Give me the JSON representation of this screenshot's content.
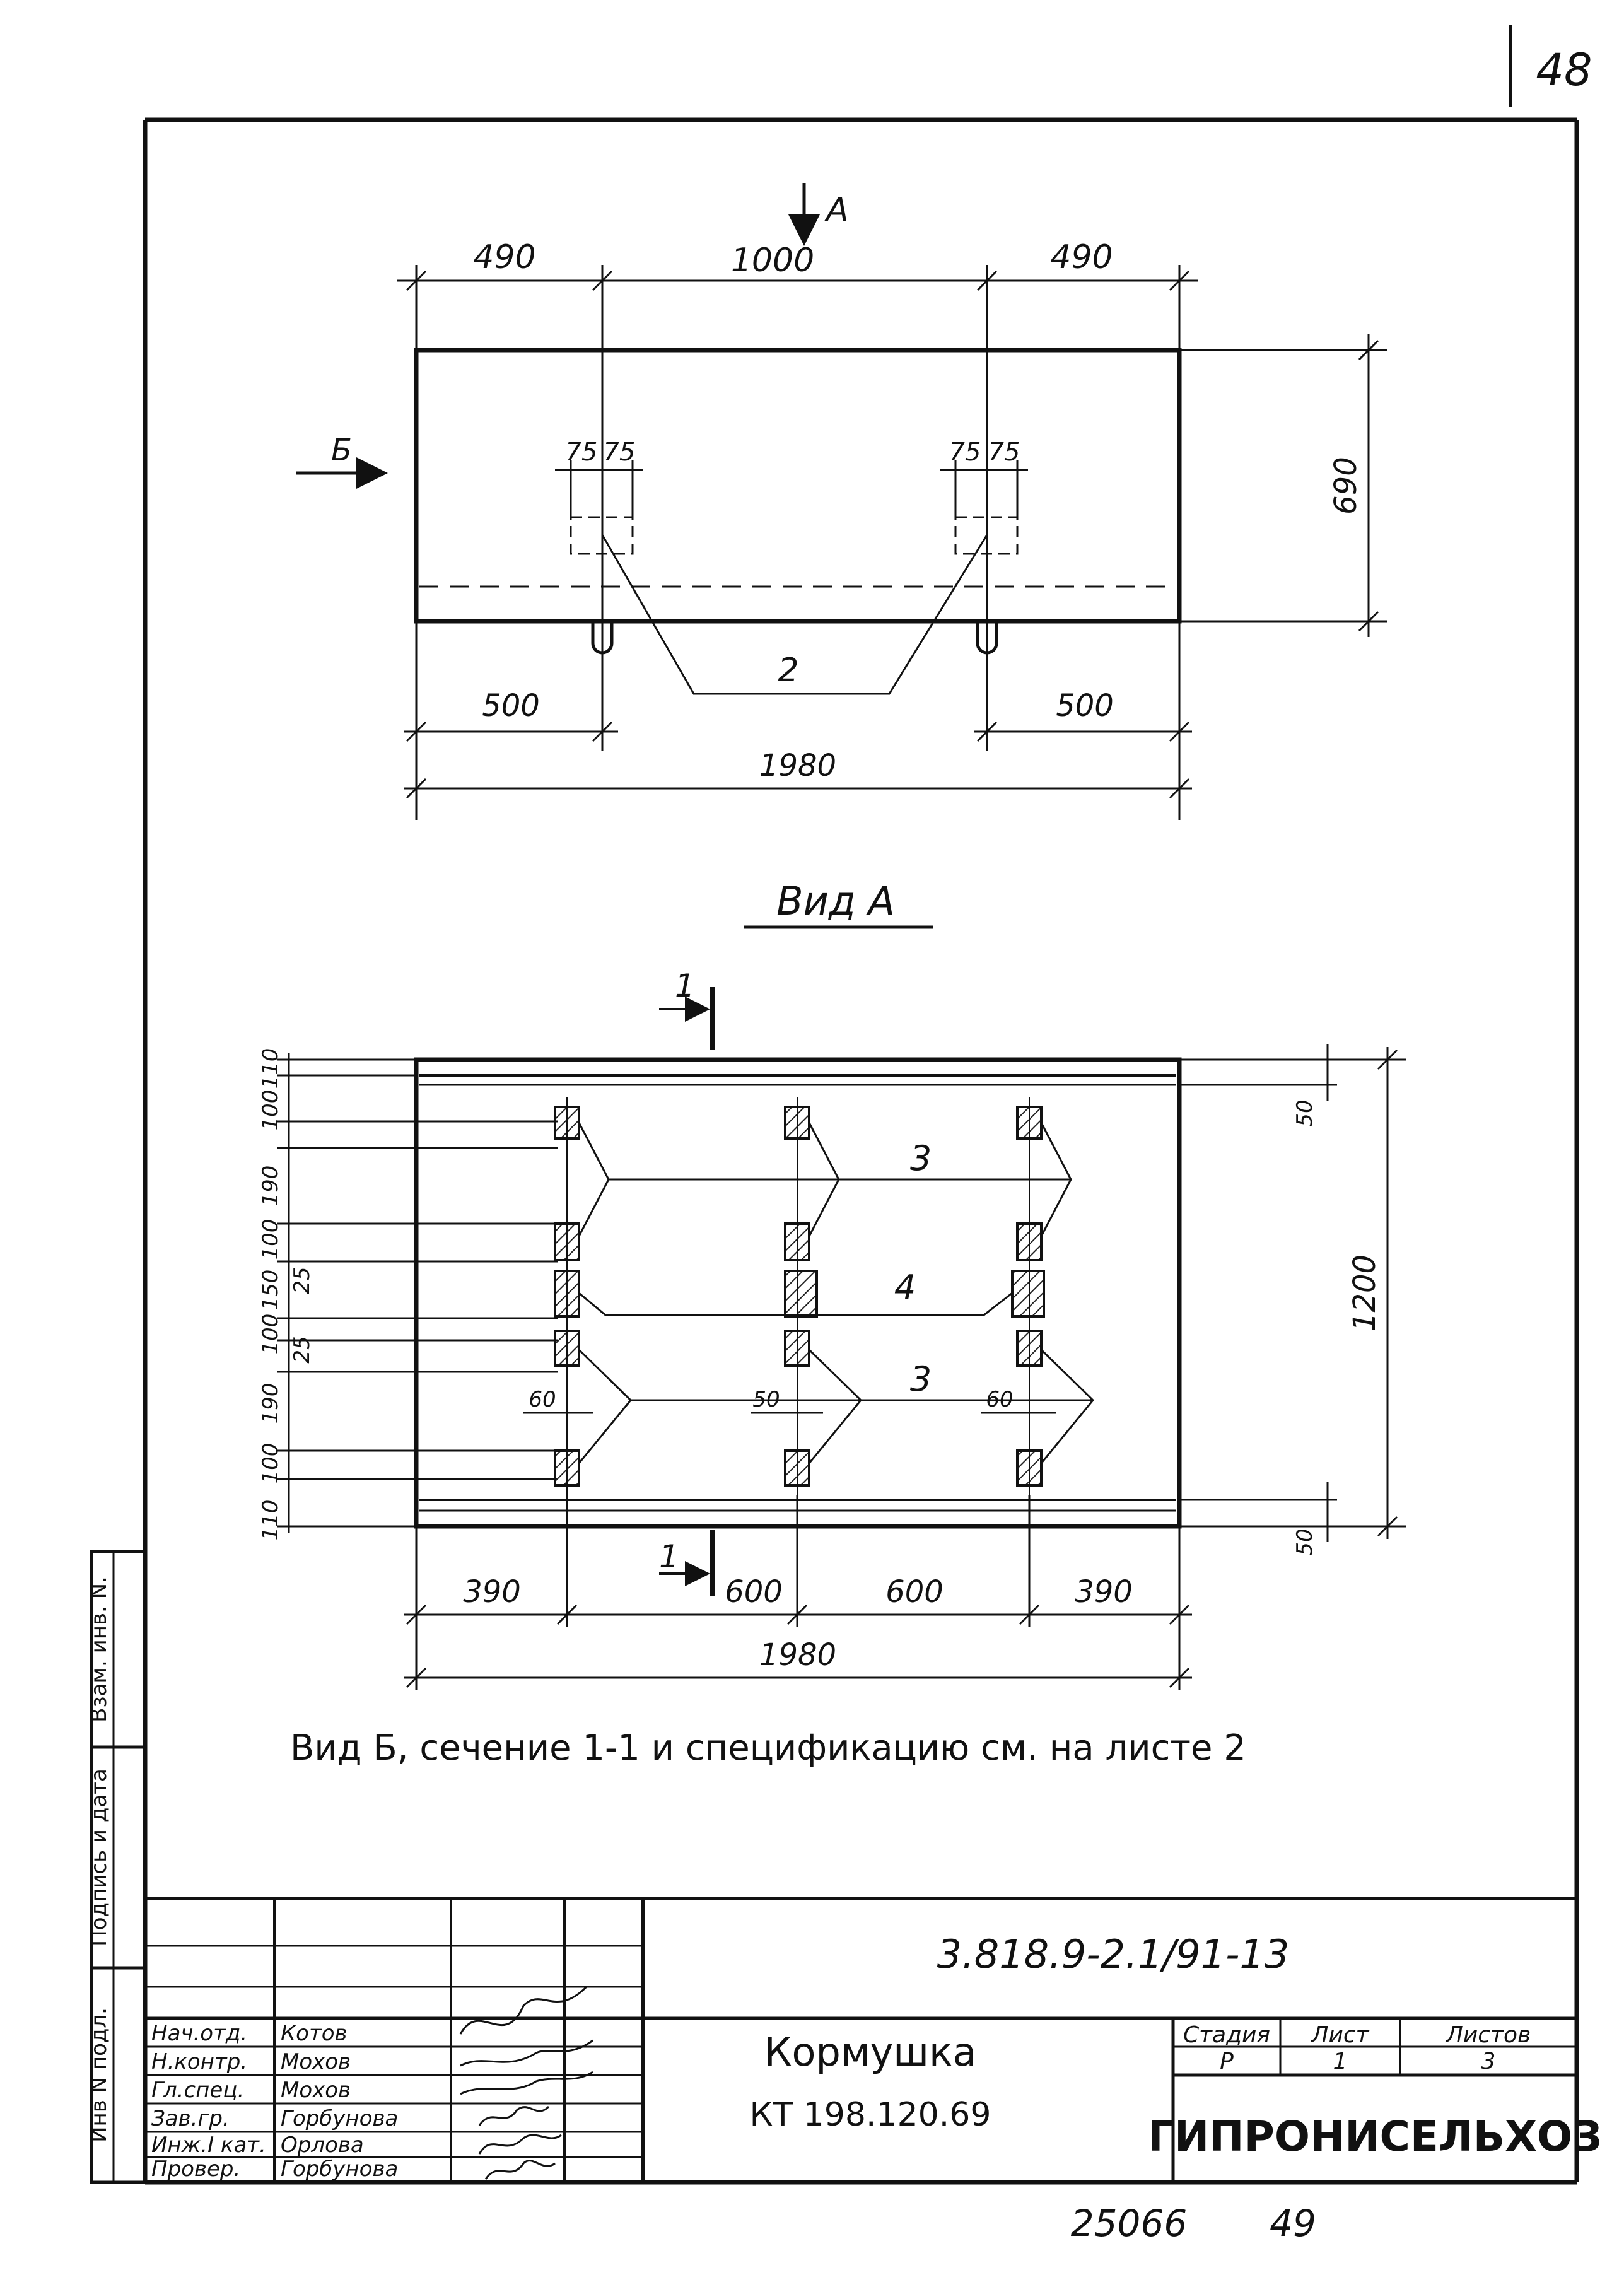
{
  "page_number": "48",
  "view_top": {
    "arrow_label": "A",
    "side_arrow_label": "Б",
    "dims_top": [
      "490",
      "1000",
      "490"
    ],
    "dim_height": "690",
    "dim_small": [
      "75",
      "75",
      "75",
      "75"
    ],
    "callout": "2",
    "dims_bottom": [
      "500",
      "500"
    ],
    "dim_total": "1980"
  },
  "view_a": {
    "title": "Вид А",
    "section_mark": "1",
    "left_dims": [
      "110",
      "100",
      "190",
      "100",
      "150",
      "100",
      "190",
      "100",
      "110"
    ],
    "inner_dims": [
      "25",
      "25"
    ],
    "right_dims": [
      "50",
      "50"
    ],
    "dim_height": "1200",
    "callouts": [
      "3",
      "4",
      "3"
    ],
    "dim_60": [
      "60",
      "50",
      "60"
    ],
    "dims_bottom": [
      "390",
      "600",
      "600",
      "390"
    ],
    "dim_total": "1980"
  },
  "note": "Вид Б, сечение 1-1 и спецификацию см. на листе 2",
  "side_stamp": {
    "cells": [
      "Взам. инв. N.",
      "Подпись и дата",
      "Инв N подл."
    ]
  },
  "title_block": {
    "designation": "3.818.9-2.1/91-13",
    "name_line1": "Кормушка",
    "name_line2": "КТ 198.120.69",
    "stage_header": "Стадия",
    "sheet_header": "Лист",
    "sheets_header": "Листов",
    "stage": "Р",
    "sheet": "1",
    "sheets": "3",
    "organization": "ГИПРОНИСЕЛЬХОЗ",
    "roles": [
      {
        "role": "Нач.отд.",
        "name": "Котов"
      },
      {
        "role": "Н.контр.",
        "name": "Мохов"
      },
      {
        "role": "Гл.спец.",
        "name": "Мохов"
      },
      {
        "role": "Зав.гр.",
        "name": "Горбунова"
      },
      {
        "role": "Инж.I кат.",
        "name": "Орлова"
      },
      {
        "role": "Провер.",
        "name": "Горбунова"
      }
    ]
  },
  "footer": {
    "number": "25066",
    "page": "49"
  }
}
